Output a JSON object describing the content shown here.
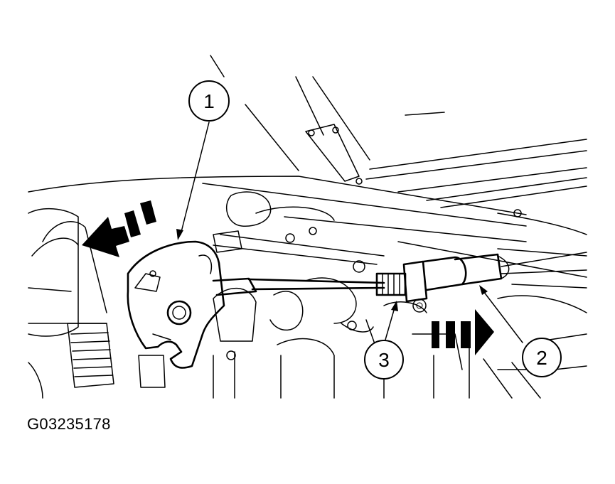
{
  "figure": {
    "id": "G03235178",
    "callouts": [
      {
        "label": "1"
      },
      {
        "label": "2"
      },
      {
        "label": "3"
      }
    ]
  }
}
